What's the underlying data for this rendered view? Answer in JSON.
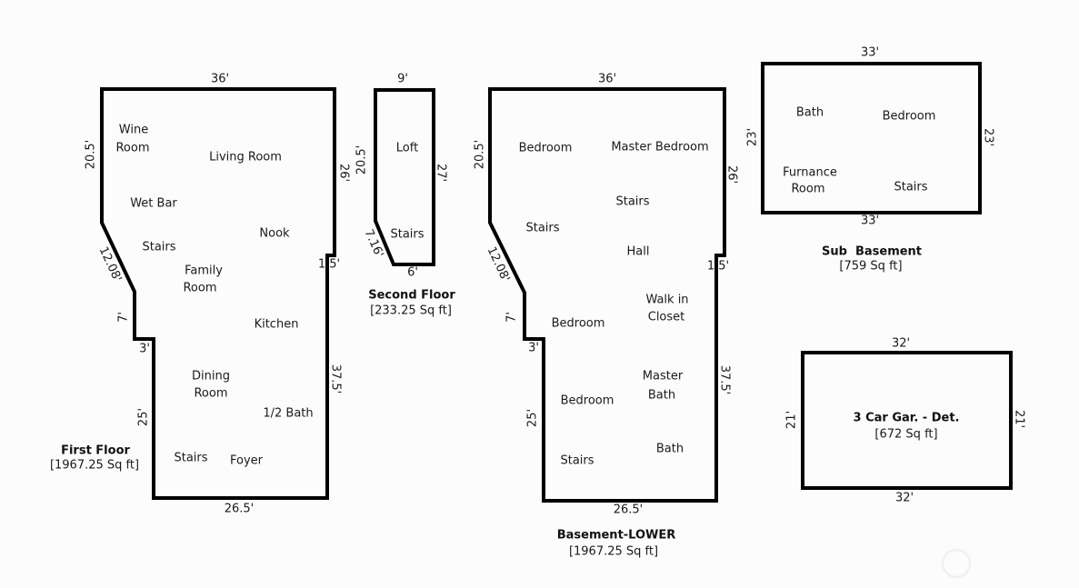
{
  "colors": {
    "wall": "#000000",
    "text": "#1a1a1a",
    "background": "#fcfcfc",
    "watermark_circle": "#f0f0f0"
  },
  "first_floor": {
    "title": "First Floor",
    "area": "[1967.25 Sq ft]",
    "dims": {
      "top": "36'",
      "left_upper": "20.5'",
      "right_upper": "26'",
      "diagonal": "12.08'",
      "jog_vertical": "7'",
      "jog_horizontal": "3'",
      "left_lower": "25'",
      "bottom": "26.5'",
      "right_lower": "37.5'",
      "notch": "1.5'"
    },
    "rooms": {
      "wine_room_line1": "Wine",
      "wine_room_line2": "Room",
      "living_room": "Living Room",
      "wet_bar": "Wet Bar",
      "stairs_upper": "Stairs",
      "nook": "Nook",
      "family_room_line1": "Family",
      "family_room_line2": "Room",
      "kitchen": "Kitchen",
      "dining_room_line1": "Dining",
      "dining_room_line2": "Room",
      "half_bath": "1/2 Bath",
      "stairs_lower": "Stairs",
      "foyer": "Foyer"
    }
  },
  "second_floor": {
    "title": "Second Floor",
    "area": "[233.25 Sq ft]",
    "dims": {
      "top": "9'",
      "left": "20.5'",
      "right": "27'",
      "diagonal": "7.16'",
      "bottom": "6'"
    },
    "rooms": {
      "loft": "Loft",
      "stairs": "Stairs"
    }
  },
  "basement": {
    "title": "Basement-LOWER",
    "area": "[1967.25 Sq ft]",
    "dims": {
      "top": "36'",
      "left_upper": "20.5'",
      "right_upper": "26'",
      "diagonal": "12.08'",
      "jog_vertical": "7'",
      "jog_horizontal": "3'",
      "left_lower": "25'",
      "bottom": "26.5'",
      "right_lower": "37.5'",
      "notch": "1.5'"
    },
    "rooms": {
      "bedroom_upper": "Bedroom",
      "master_bedroom": "Master Bedroom",
      "stairs_upper": "Stairs",
      "stairs_left": "Stairs",
      "hall": "Hall",
      "walk_in_closet_line1": "Walk in",
      "walk_in_closet_line2": "Closet",
      "bedroom_middle": "Bedroom",
      "bedroom_lower": "Bedroom",
      "master_bath_line1": "Master",
      "master_bath_line2": "Bath",
      "bath": "Bath",
      "stairs_lower": "Stairs"
    }
  },
  "sub_basement": {
    "title": "Sub  Basement",
    "area": "[759 Sq ft]",
    "dims": {
      "top": "33'",
      "bottom": "33'",
      "left": "23'",
      "right": "23'"
    },
    "rooms": {
      "bath": "Bath",
      "bedroom": "Bedroom",
      "furnace_room_line1": "Furnance",
      "furnace_room_line2": "Room",
      "stairs": "Stairs"
    }
  },
  "garage": {
    "title": "3 Car Gar. - Det.",
    "area": "[672 Sq ft]",
    "dims": {
      "top": "32'",
      "bottom": "32'",
      "left": "21'",
      "right": "21'"
    }
  }
}
